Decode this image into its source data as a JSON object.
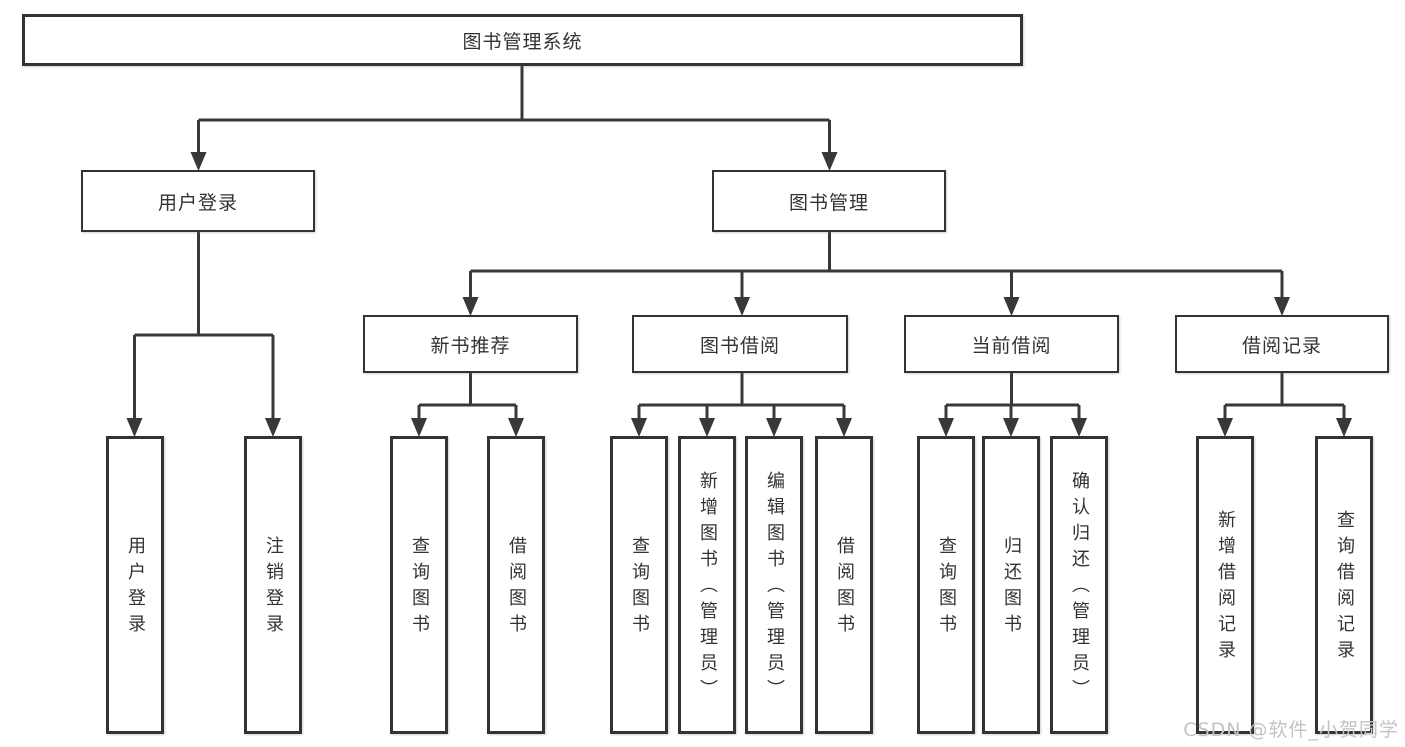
{
  "diagram": {
    "root_label": "图书管理系统",
    "branches": {
      "user_login": {
        "label": "用户登录",
        "children": [
          "用户登录",
          "注销登录"
        ]
      },
      "book_management": {
        "label": "图书管理",
        "sections": {
          "new_books": {
            "label": "新书推荐",
            "children": [
              "查询图书",
              "借阅图书"
            ]
          },
          "book_borrow": {
            "label": "图书借阅",
            "children": [
              "查询图书",
              "新增图书（管理员）",
              "编辑图书（管理员）",
              "借阅图书"
            ]
          },
          "current_borrow": {
            "label": "当前借阅",
            "children": [
              "查询图书",
              "归还图书",
              "确认归还（管理员）"
            ]
          },
          "borrow_records": {
            "label": "借阅记录",
            "children": [
              "新增借阅记录",
              "查询借阅记录"
            ]
          }
        }
      }
    },
    "watermark": "CSDN @软件_小贺同学",
    "colors": {
      "line": "#383838",
      "box_fill": "#ffffff",
      "text": "#333333",
      "watermark": "#c3c3c3"
    }
  }
}
